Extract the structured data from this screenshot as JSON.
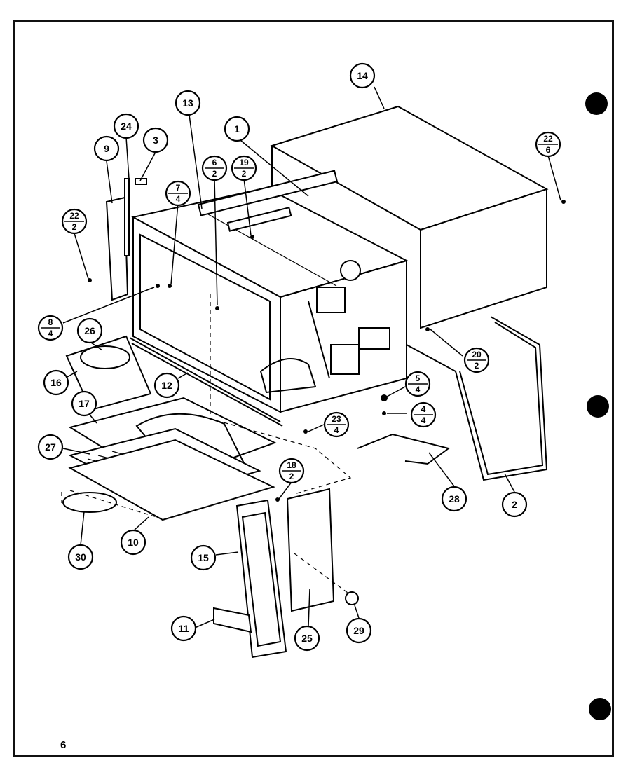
{
  "diagram": {
    "callouts": [
      {
        "id": "c1",
        "label": "1"
      },
      {
        "id": "c2",
        "label": "2"
      },
      {
        "id": "c3",
        "label": "3"
      },
      {
        "id": "c9",
        "label": "9"
      },
      {
        "id": "c10",
        "label": "10"
      },
      {
        "id": "c11",
        "label": "11"
      },
      {
        "id": "c12",
        "label": "12"
      },
      {
        "id": "c13",
        "label": "13"
      },
      {
        "id": "c14",
        "label": "14"
      },
      {
        "id": "c15",
        "label": "15"
      },
      {
        "id": "c16",
        "label": "16"
      },
      {
        "id": "c17",
        "label": "17"
      },
      {
        "id": "c24",
        "label": "24"
      },
      {
        "id": "c25",
        "label": "25"
      },
      {
        "id": "c26",
        "label": "26"
      },
      {
        "id": "c27",
        "label": "27"
      },
      {
        "id": "c28",
        "label": "28"
      },
      {
        "id": "c29",
        "label": "29"
      },
      {
        "id": "c30",
        "label": "30"
      }
    ],
    "fraction_callouts": [
      {
        "id": "f22_6",
        "top": "22",
        "bottom": "6"
      },
      {
        "id": "f6_2",
        "top": "6",
        "bottom": "2"
      },
      {
        "id": "f19_2",
        "top": "19",
        "bottom": "2"
      },
      {
        "id": "f7_4",
        "top": "7",
        "bottom": "4"
      },
      {
        "id": "f22_2",
        "top": "22",
        "bottom": "2"
      },
      {
        "id": "f8_4",
        "top": "8",
        "bottom": "4"
      },
      {
        "id": "f20_2",
        "top": "20",
        "bottom": "2"
      },
      {
        "id": "f5_4",
        "top": "5",
        "bottom": "4"
      },
      {
        "id": "f4_4",
        "top": "4",
        "bottom": "4"
      },
      {
        "id": "f23_4",
        "top": "23",
        "bottom": "4"
      },
      {
        "id": "f18_2",
        "top": "18",
        "bottom": "2"
      }
    ],
    "page_number": "6"
  }
}
